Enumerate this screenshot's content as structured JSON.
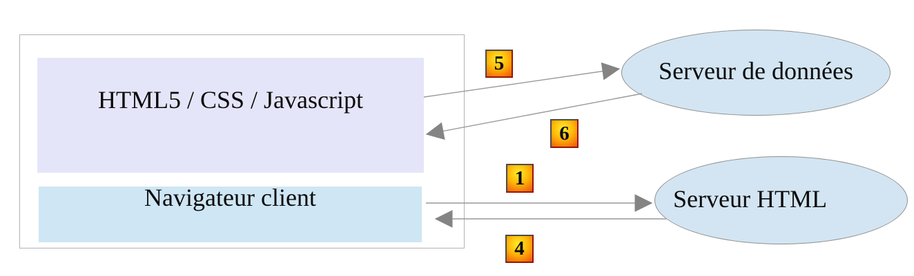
{
  "client": {
    "stack_label": "HTML5 / CSS / Javascript",
    "browser_label": "Navigateur client"
  },
  "servers": {
    "data": {
      "label": "Serveur de données"
    },
    "html": {
      "label": "Serveur HTML"
    }
  },
  "steps": {
    "s5": "5",
    "s6": "6",
    "s1": "1",
    "s4": "4"
  },
  "colors": {
    "stack_fill": "#e5e5f9",
    "browser_fill": "#cfe6f4",
    "ellipse_fill": "#d3e5f2",
    "ellipse_border": "#8f8f8f",
    "container_border": "#b2b2b2",
    "arrow_line": "#999999",
    "arrow_head": "#848484",
    "badge_yellow": "#ffee2a",
    "badge_orange": "#ffb307",
    "badge_red": "#ec520e",
    "badge_border_dark": "#4c4c4c",
    "badge_border_red": "#971500"
  }
}
